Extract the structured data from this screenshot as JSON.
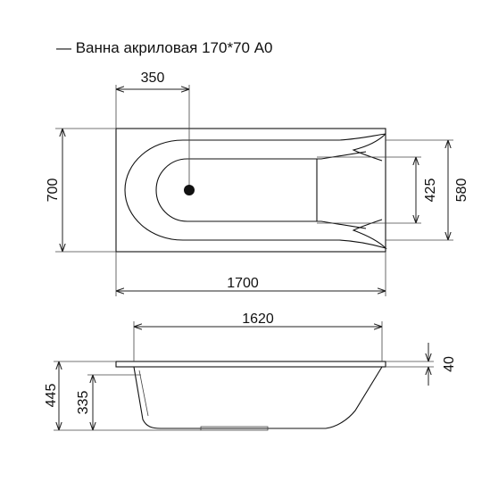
{
  "title": "— Ванна акриловая 170*70 А0",
  "dimensions": {
    "top_offset": "350",
    "width": "700",
    "inner_width": "425",
    "outer_inner_width": "580",
    "length": "1700",
    "bottom_length": "1620",
    "total_height": "445",
    "inner_height": "335",
    "rim": "40"
  }
}
